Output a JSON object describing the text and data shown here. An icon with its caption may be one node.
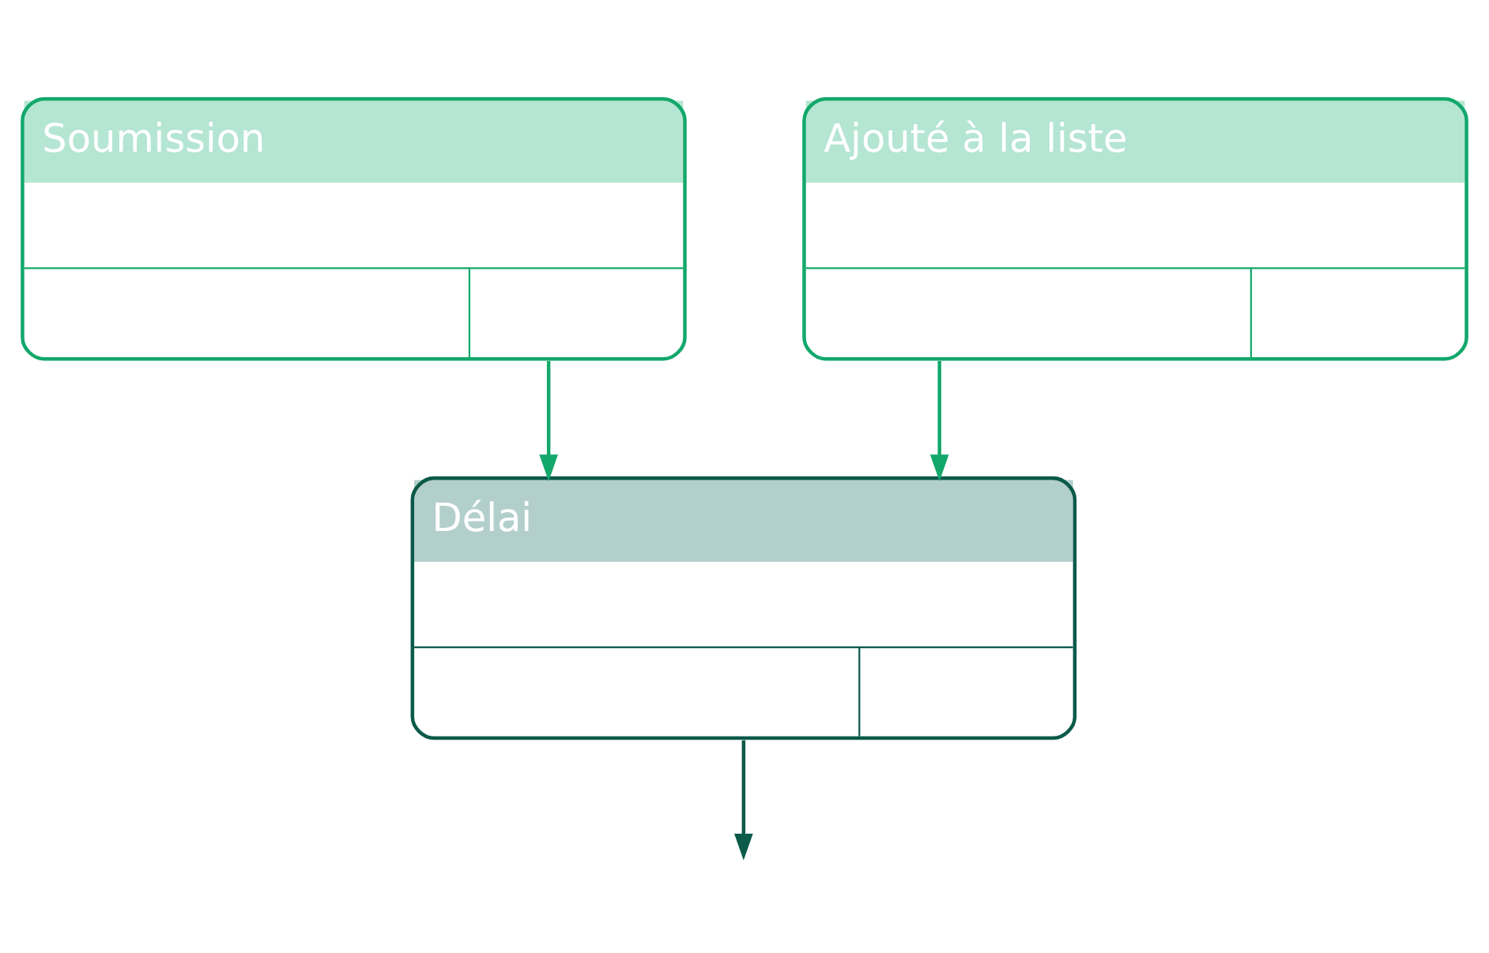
{
  "diagram": {
    "nodes": [
      {
        "text": [
          "Soumission"
        ]
      },
      {
        "text": [
          "Ajouté à la liste"
        ]
      },
      {
        "text": [
          "Délai"
        ]
      }
    ],
    "edges": [
      {
        "from": 0,
        "to": 2,
        "arrow": "to"
      },
      {
        "from": 1,
        "to": 2,
        "arrow": "to"
      },
      {
        "from": 2,
        "to": null,
        "arrow": "to",
        "color": "#0b5a4a"
      }
    ]
  }
}
